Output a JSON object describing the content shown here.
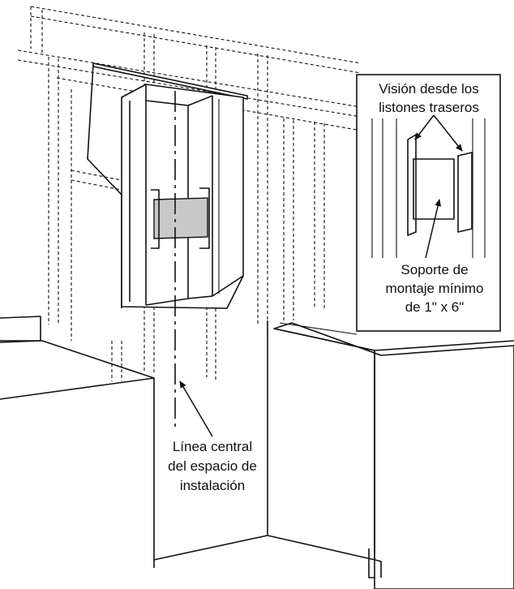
{
  "labels": {
    "inset_title_line1": "Visión desde los",
    "inset_title_line2": "listones traseros",
    "bracket_line1": "Soporte de",
    "bracket_line2": "montaje mínimo",
    "bracket_line3": "de 1\" x 6\"",
    "centerline_line1": "Línea central",
    "centerline_line2": "del espacio de",
    "centerline_line3": "instalación"
  },
  "colors": {
    "stroke": "#111111",
    "bracket_fill": "#c8c8c8",
    "background": "#ffffff"
  }
}
